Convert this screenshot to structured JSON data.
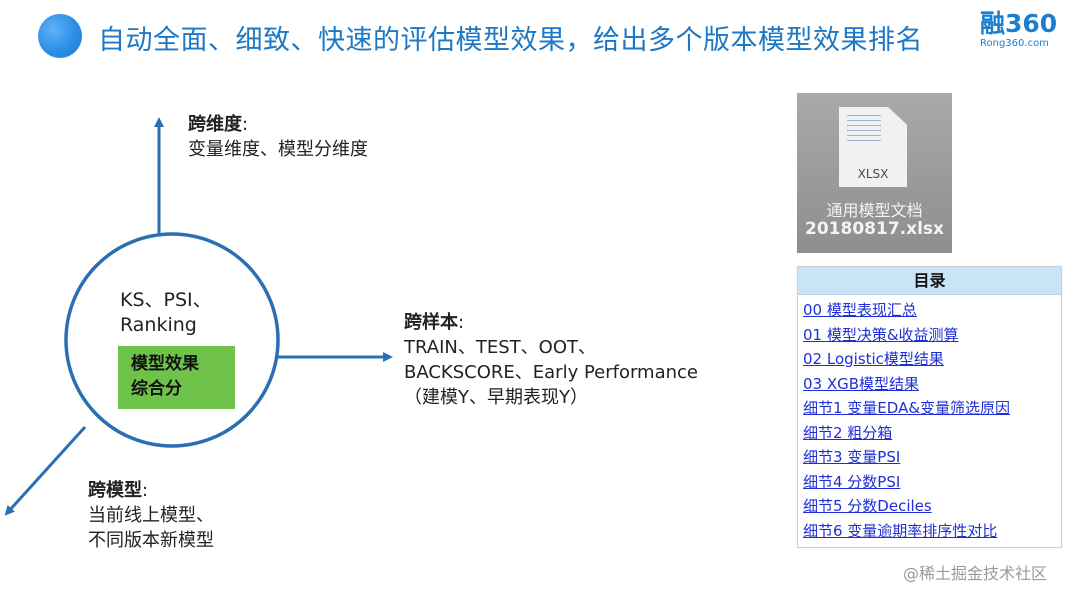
{
  "header": {
    "title": "自动全面、细致、快速的评估模型效果，给出多个版本模型效果排名",
    "logo_main": "融360",
    "logo_sub": "Rong360.com"
  },
  "center": {
    "line1": "KS、PSI、",
    "line2": "Ranking",
    "box_line1": "模型效果",
    "box_line2": "综合分"
  },
  "dimension": {
    "title": "跨维度",
    "colon": ":",
    "line1": "变量维度、模型分维度"
  },
  "sample": {
    "title": "跨样本",
    "colon": ":",
    "line1": "TRAIN、TEST、OOT、",
    "line2": "BACKSCORE、Early Performance",
    "line3": "（建模Y、早期表现Y）"
  },
  "model": {
    "title": "跨模型",
    "colon": ":",
    "line1": "当前线上模型、",
    "line2": "不同版本新模型"
  },
  "file": {
    "ext": "XLSX",
    "name_line1": "通用模型文档",
    "name_line2": "20180817.xlsx"
  },
  "toc": {
    "title": "目录",
    "items": [
      "00  模型表现汇总",
      "01  模型决策&收益测算",
      "02  Logistic模型结果",
      "03  XGB模型结果",
      "细节1  变量EDA&变量筛选原因",
      "细节2  粗分箱",
      "细节3  变量PSI",
      "细节4  分数PSI",
      "细节5  分数Deciles",
      "细节6  变量逾期率排序性对比"
    ]
  },
  "watermark": "@稀土掘金技术社区",
  "colors": {
    "accent_blue": "#1d78c5",
    "circle_stroke": "#2b6fb3",
    "box_green": "#6fc24a",
    "toc_header": "#c9e3f7",
    "link_blue": "#1f2fd6"
  }
}
